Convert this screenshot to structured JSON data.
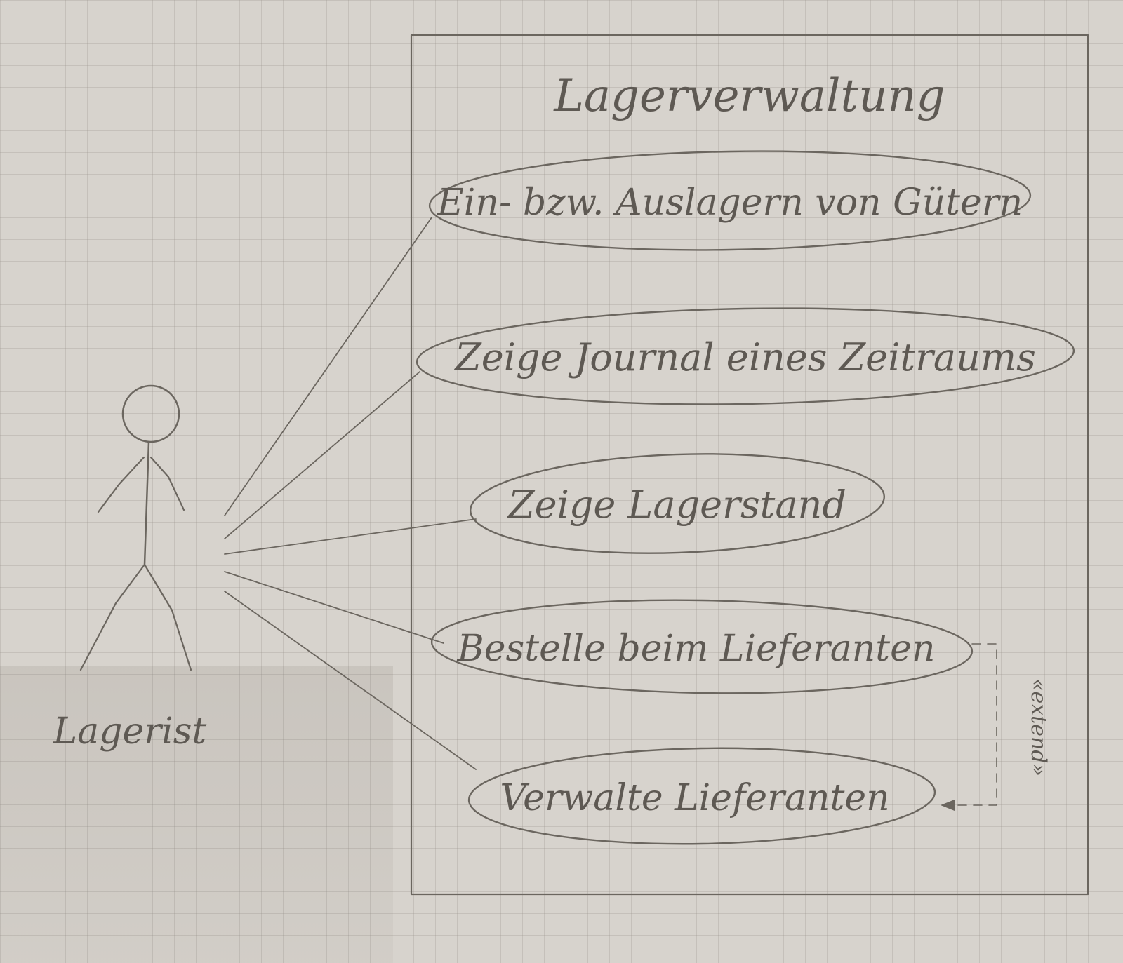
{
  "diagram": {
    "system_title": "Lagerverwaltung",
    "actor": {
      "label": "Lagerist"
    },
    "use_cases": [
      {
        "label": "Ein- bzw. Auslagern von Gütern"
      },
      {
        "label": "Zeige Journal eines Zeitraums"
      },
      {
        "label": "Zeige Lagerstand"
      },
      {
        "label": "Bestelle beim Lieferanten"
      },
      {
        "label": "Verwalte Lieferanten"
      }
    ],
    "extend_label": "«extend»",
    "colors": {
      "paper": "#d7d3cd",
      "pencil": "#6b665f"
    }
  }
}
